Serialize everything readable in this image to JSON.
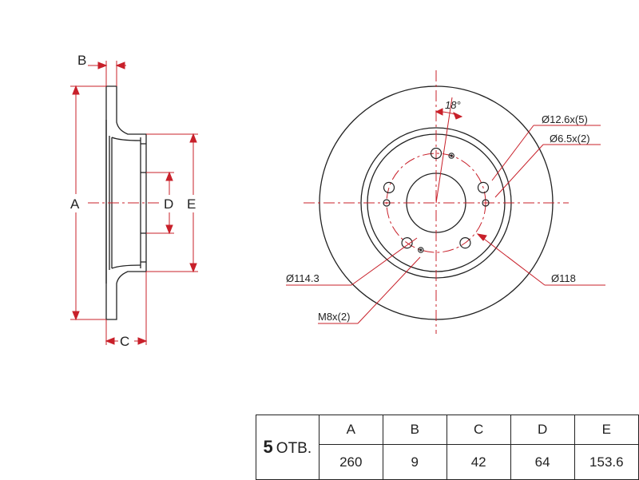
{
  "side_view": {
    "labels": {
      "a": "A",
      "b": "B",
      "c": "C",
      "d": "D",
      "e": "E"
    }
  },
  "front_view": {
    "callouts": {
      "angle": "18°",
      "hole_large": "Ø12.6x(5)",
      "hole_small": "Ø6.5x(2)",
      "pcd": "Ø114.3",
      "ring": "Ø118",
      "thread": "M8x(2)"
    }
  },
  "spec_table": {
    "holes_count": "5",
    "holes_unit": "ОТВ.",
    "headers": [
      "A",
      "B",
      "C",
      "D",
      "E"
    ],
    "values": [
      "260",
      "9",
      "42",
      "64",
      "153.6"
    ]
  },
  "colors": {
    "line": "#222222",
    "dimension": "#c8202a"
  }
}
